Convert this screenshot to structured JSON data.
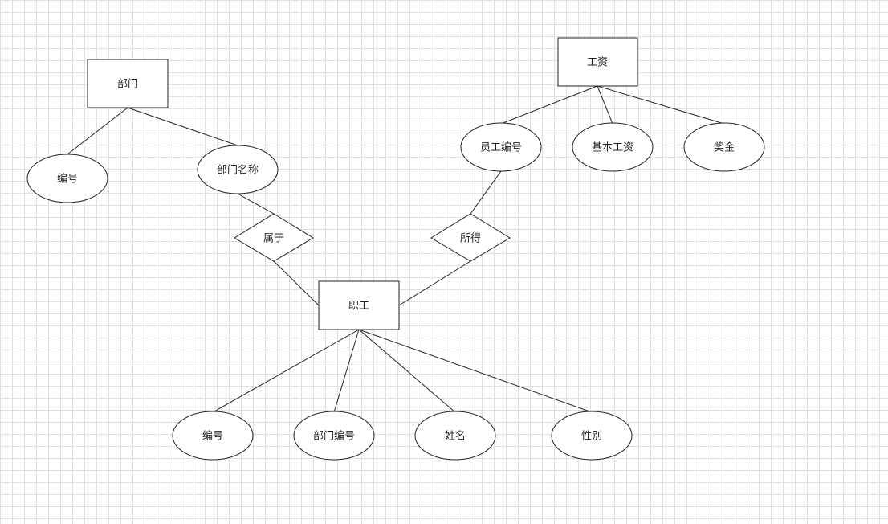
{
  "entities": {
    "dept": "部门",
    "salary": "工资",
    "employee": "职工"
  },
  "relationships": {
    "belongs": "属于",
    "earns": "所得"
  },
  "attributes": {
    "dept_id": "编号",
    "dept_name": "部门名称",
    "salary_emp_id": "员工编号",
    "salary_base": "基本工资",
    "salary_bonus": "奖金",
    "emp_id": "编号",
    "emp_dept_id": "部门编号",
    "emp_name": "姓名",
    "emp_gender": "性别"
  }
}
